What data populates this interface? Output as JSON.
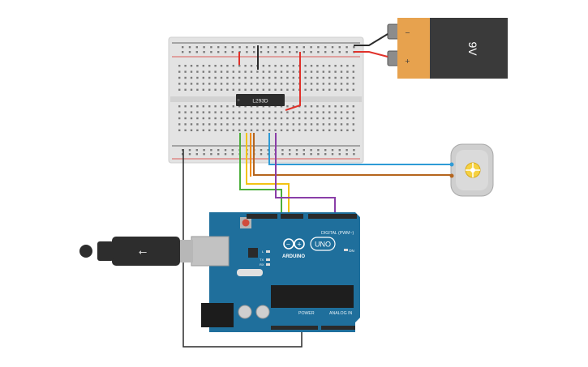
{
  "battery": {
    "voltage_label": "9V",
    "minus_label": "−",
    "plus_label": "+"
  },
  "chip": {
    "label": "L293D"
  },
  "arduino": {
    "brand": "ARDUINO",
    "model": "UNO",
    "digital_header": "DIGITAL (PWM~)",
    "power_header": "POWER",
    "analog_header": "ANALOG IN",
    "on_label": "ON",
    "tx_label": "TX",
    "rx_label": "RX",
    "l_label": "L"
  },
  "wire_colors": {
    "red": "#e0312a",
    "black": "#2b2b2b",
    "green": "#4caf3c",
    "yellow": "#f2c314",
    "orange": "#f08a17",
    "purple": "#8a3ea8",
    "blue": "#2e9bd6",
    "brown": "#b5651d"
  },
  "colors": {
    "board": "#1f6f9c",
    "breadboard": "#e3e3e3",
    "battery_body": "#e7a24e",
    "battery_cap": "#3a3a3a"
  }
}
